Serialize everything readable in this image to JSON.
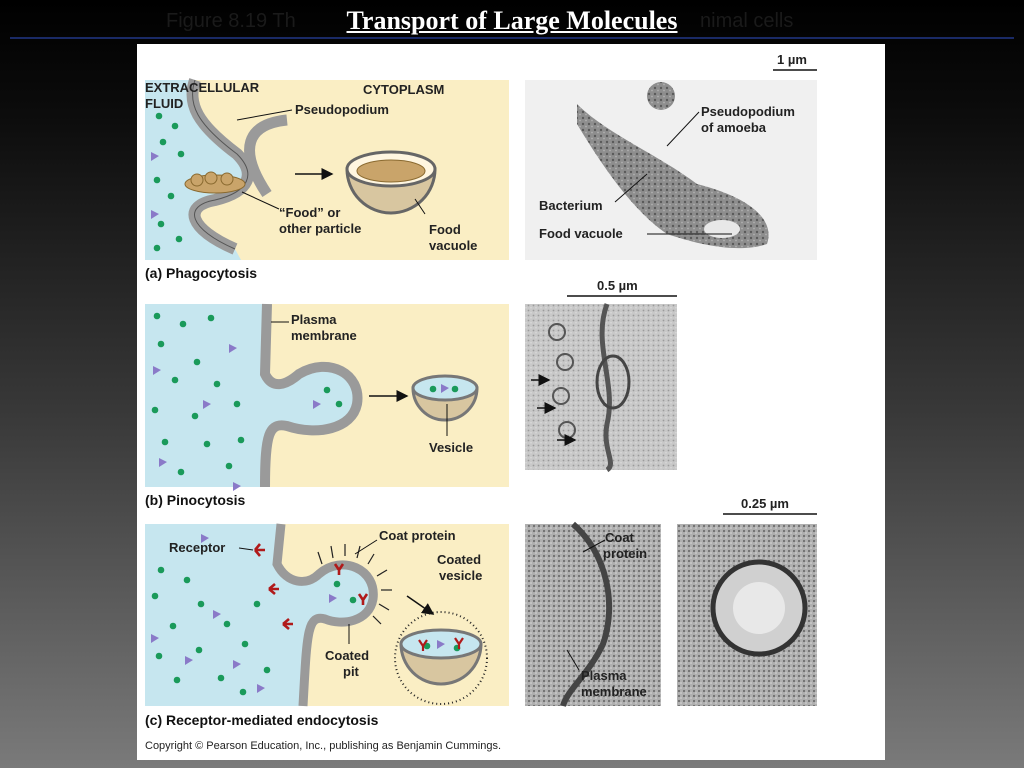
{
  "slide": {
    "ghost_title_left": "Figure 8.19  Th",
    "ghost_title_right": "nimal cells",
    "title": "Transport of Large Molecules"
  },
  "colors": {
    "extracellular": "#c6e6ef",
    "cytoplasm": "#faeec4",
    "membrane": "#9a9a9a",
    "particle_green": "#1a9a5a",
    "particle_purple": "#8a7ac8",
    "receptor": "#b01a1a"
  },
  "panel_a": {
    "extracellular_label_1": "EXTRACELLULAR",
    "extracellular_label_2": "FLUID",
    "cytoplasm_label": "CYTOPLASM",
    "pseudopodium_label": "Pseudopodium",
    "food_label_1": "“Food” or",
    "food_label_2": "other particle",
    "vacuole_label_1": "Food",
    "vacuole_label_2": "vacuole",
    "caption": "(a) Phagocytosis",
    "micro_scale": "1 µm",
    "micro_pseudo_1": "Pseudopodium",
    "micro_pseudo_2": "of amoeba",
    "micro_bacterium": "Bacterium",
    "micro_vacuole": "Food vacuole"
  },
  "panel_b": {
    "membrane_label_1": "Plasma",
    "membrane_label_2": "membrane",
    "vesicle_label": "Vesicle",
    "caption": "(b) Pinocytosis",
    "micro_scale": "0.5 µm"
  },
  "panel_c": {
    "receptor_label": "Receptor",
    "coat_label": "Coat protein",
    "coated_vesicle_1": "Coated",
    "coated_vesicle_2": "vesicle",
    "coated_pit_1": "Coated",
    "coated_pit_2": "pit",
    "caption": "(c) Receptor-mediated endocytosis",
    "micro_coat_1": "Coat",
    "micro_coat_2": "protein",
    "micro_plasma_1": "Plasma",
    "micro_plasma_2": "membrane",
    "micro_scale": "0.25 µm"
  },
  "copyright": "Copyright © Pearson Education, Inc., publishing as Benjamin Cummings."
}
